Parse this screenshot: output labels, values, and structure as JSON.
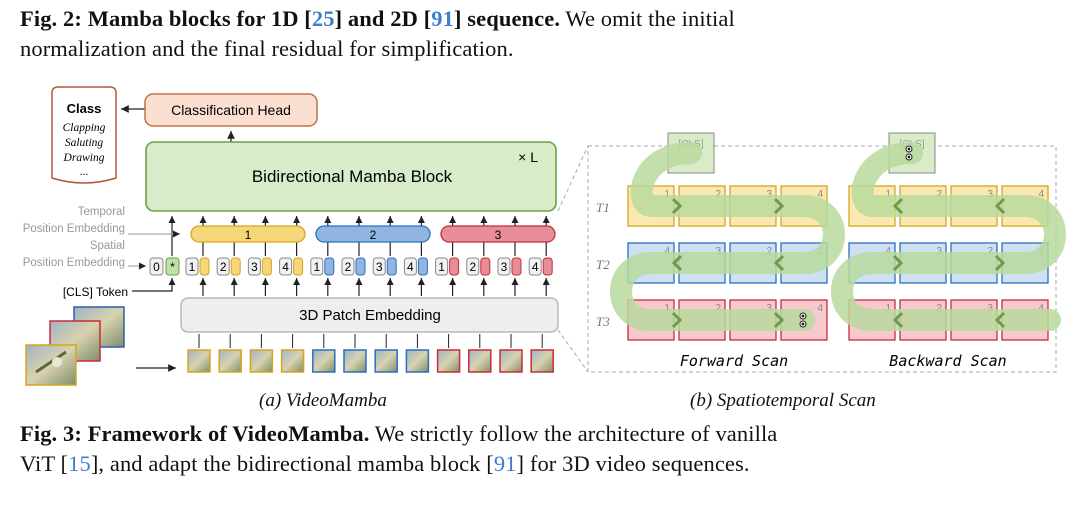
{
  "caption2": {
    "fig_label": "Fig. 2:",
    "title": "Mamba blocks for 1D",
    "ref1": "25",
    "and": "and 2D",
    "ref2": "91",
    "title_end": "sequence.",
    "rest1": "We omit the initial",
    "rest2": "normalization and the final residual for simplification."
  },
  "caption3": {
    "fig_label": "Fig. 3:",
    "title": "Framework of VideoMamba.",
    "rest1": "We strictly follow the architecture of vanilla",
    "line2_a": "ViT [",
    "ref1": "15",
    "line2_b": "], and adapt the bidirectional mamba block [",
    "ref2": "91",
    "line2_c": "] for 3D video sequences."
  },
  "videomamba": {
    "class_title": "Class",
    "class_items": [
      "Clapping",
      "Saluting",
      "Drawing",
      "..."
    ],
    "head": "Classification Head",
    "block": "Bidirectional Mamba Block",
    "times_l": "× L",
    "temporal_pe": [
      "Temporal",
      "Position Embedding"
    ],
    "spatial_pe": [
      "Spatial",
      "Position Embedding"
    ],
    "cls_token": "[CLS] Token",
    "patch_embed": "3D Patch Embedding",
    "frame_groups": [
      "1",
      "2",
      "3"
    ],
    "cls_index": "0",
    "cls_star": "*",
    "token_labels": [
      "1",
      "2",
      "3",
      "4",
      "1",
      "2",
      "3",
      "4",
      "1",
      "2",
      "3",
      "4"
    ],
    "group_colors": [
      "#f5d77a",
      "#8fb6e0",
      "#e58e98"
    ],
    "subcaption": "(a) VideoMamba"
  },
  "scan": {
    "cls": "[CLS]",
    "row_labels": [
      "T1",
      "T2",
      "T3"
    ],
    "forward_rows": [
      [
        "1",
        "2",
        "3",
        "4"
      ],
      [
        "4",
        "3",
        "2",
        "1"
      ],
      [
        "1",
        "2",
        "3",
        "4"
      ]
    ],
    "backward_rows": [
      [
        "1",
        "2",
        "3",
        "4"
      ],
      [
        "4",
        "3",
        "2",
        "1"
      ],
      [
        "1",
        "2",
        "3",
        "4"
      ]
    ],
    "forward_label": "Forward Scan",
    "backward_label": "Backward Scan",
    "subcaption": "(b) Spatiotemporal Scan"
  }
}
